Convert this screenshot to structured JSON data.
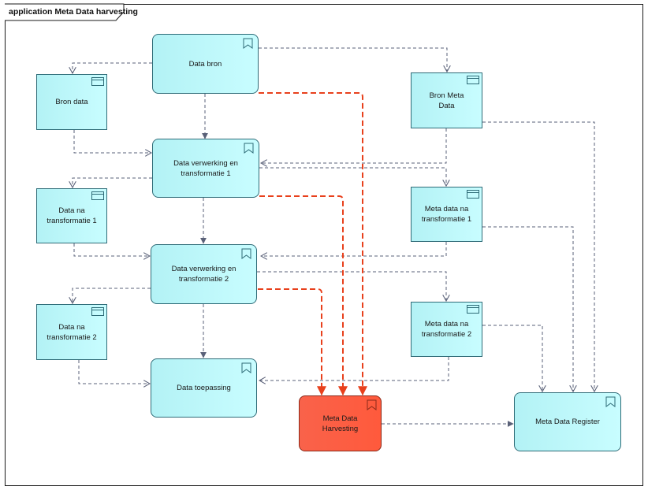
{
  "diagram": {
    "title": "application Meta Data harvesting",
    "colors": {
      "node_fill": "#c0f8fb",
      "node_border": "#2e6b77",
      "flow_line": "#5a6178",
      "harvest_line": "#e8401c",
      "harvest_node": "#fa5c42"
    }
  },
  "nodes": {
    "data_bron": "Data bron",
    "bron_data": "Bron data",
    "bron_meta_data": "Bron Meta Data",
    "verwerking_1": "Data verwerking en transformatie 1",
    "data_na_1": "Data na transformatie 1",
    "meta_na_1": "Meta data na transformatie 1",
    "verwerking_2": "Data verwerking en transformatie 2",
    "data_na_2": "Data na transformatie 2",
    "meta_na_2": "Meta data na transformatie 2",
    "toepassing": "Data toepassing",
    "harvesting": "Meta Data Harvesting",
    "register": "Meta Data Register"
  },
  "icons": {
    "app_function": "bookmark-icon",
    "data_object": "data-object-icon"
  }
}
